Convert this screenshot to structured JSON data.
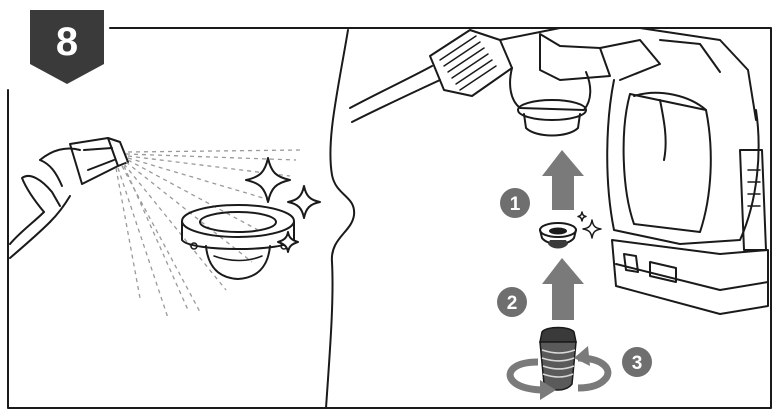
{
  "step": {
    "number": "8"
  },
  "markers": [
    {
      "label": "1"
    },
    {
      "label": "2"
    },
    {
      "label": "3"
    }
  ],
  "colors": {
    "badge": "#3a3a3a",
    "marker": "#6f6f6f",
    "arrow": "#7a7a7a",
    "line": "#1a1a1a",
    "spray": "#9a9a9a",
    "background": "#ffffff"
  }
}
